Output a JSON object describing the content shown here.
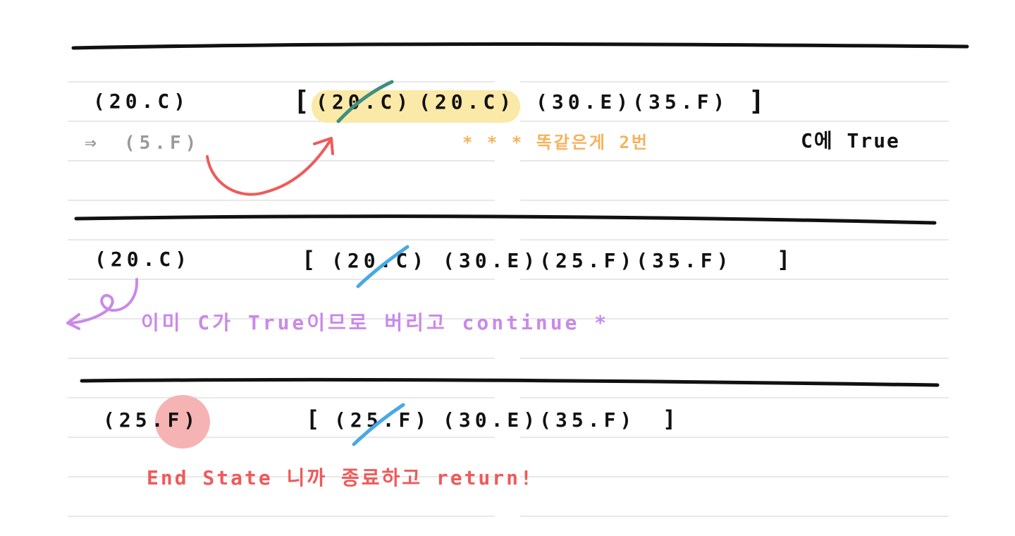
{
  "colors": {
    "ink": "#111111",
    "gray": "#9a9a9a",
    "orange": "#f7b25c",
    "purple": "#c98ae8",
    "red": "#ef5a5a",
    "blue": "#4aa8e4",
    "teal": "#3f8f80",
    "highlight": "#fbe9a7",
    "circle": "#f6b3b3",
    "ruled": "#dadada"
  },
  "section1": {
    "current": "(20.C)",
    "list_open": "[",
    "item1": "(20.C)",
    "item2": "(20.C)",
    "rest": "(30.E)(35.F)",
    "list_close": "]",
    "arrow_glyph": "⇒",
    "next": "(5.F)",
    "note": "* * * 똑같은게 2번",
    "result": "C에 True"
  },
  "section2": {
    "current": "(20.C)",
    "list_open": "[",
    "item1": "(20.C)",
    "rest": "(30.E)(25.F)(35.F)",
    "list_close": "]",
    "note": "이미 C가 True이므로 버리고 continue *"
  },
  "section3": {
    "current_open": "(25.",
    "current_rest": "F)",
    "list_open": "[",
    "item1": "(25.F)",
    "rest": "(30.E)(35.F)",
    "list_close": "]",
    "note": "End State 니까 종료하고 return!"
  }
}
